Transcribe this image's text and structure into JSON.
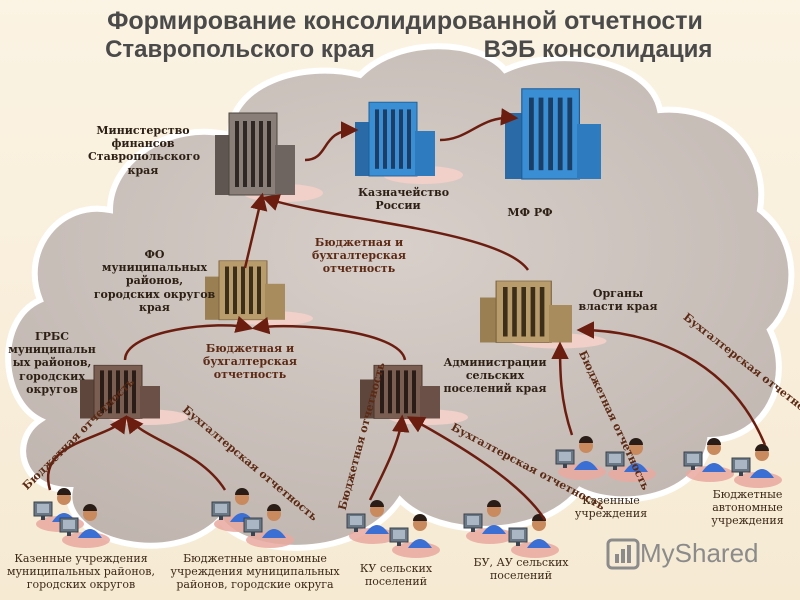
{
  "title": {
    "line1": "Формирование  консолидированной отчетности",
    "line2_left": "Ставропольского края",
    "line2_right": "ВЭБ консолидация"
  },
  "nodes": {
    "minfin_sk": "Министерство финансов Ставропольского края",
    "kaznacheystvo": "Казначейство России",
    "mf_rf": "МФ РФ",
    "fo_mun": "ФО муниципальных районов, городских округов края",
    "organy_vlasti": "Органы власти края",
    "grbs": "ГРБС муниципальн ых районов, городских округов",
    "admin_sp": "Администрации сельских поселений края",
    "kaz_uchr_mun": "Казенные учреждения муниципальных районов, городских округов",
    "bau_mun": "Бюджетные автономные учреждения муниципальных районов, городские округа",
    "ku_sp": "КУ сельских поселений",
    "bu_au_sp": "БУ, АУ сельских поселений",
    "kaz_uchr": "Казенные учреждения",
    "bau_uchr": "Бюджетные автономные учреждения"
  },
  "edge_labels": {
    "top": "Бюджетная и бухгалтерская отчетность",
    "mid": "Бюджетная и бухгалтерская отчетность",
    "budget": "Бюджетная отчетность",
    "buh": "Бухгалтерская отчетность"
  },
  "watermark": "MyShared",
  "colors": {
    "cloud_fill": "#cfc5c0",
    "cloud_stroke": "#ffffff",
    "arrow": "#6b1e10",
    "building_gray": "#8a7f78",
    "building_blue": "#3a8fd4",
    "building_tan": "#b99c6b",
    "building_brown": "#7a5e52",
    "person_shirt": "#3b6fd4",
    "title_text": "#4a4a4a"
  }
}
